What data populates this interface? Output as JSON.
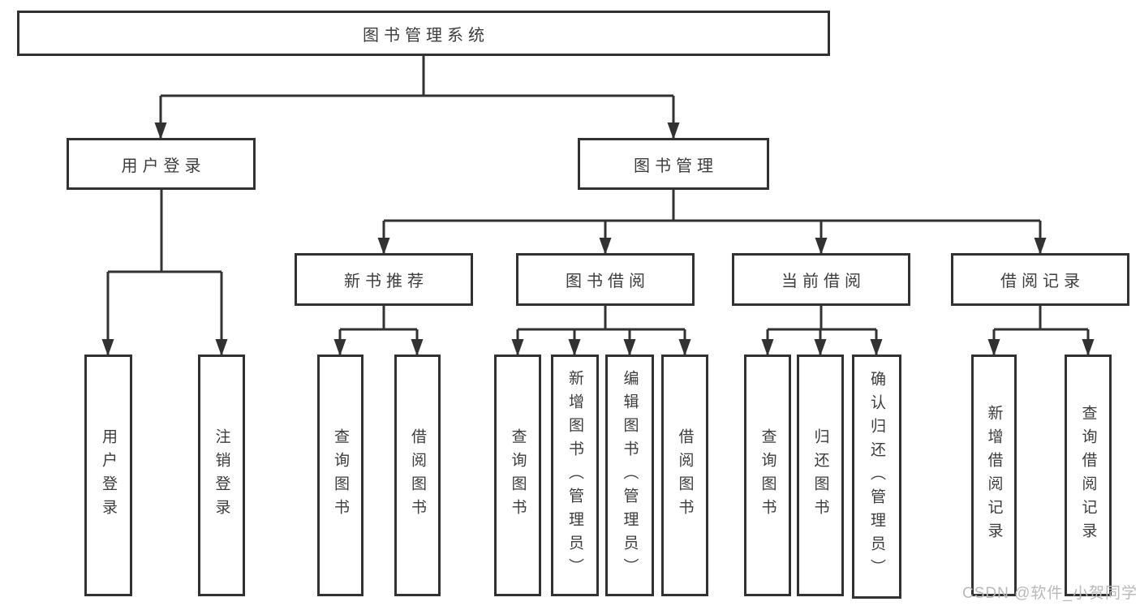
{
  "diagram": {
    "type": "hierarchy-tree",
    "title": "图书管理系统",
    "colors": {
      "line": "#323232",
      "border": "#323232",
      "text": "#3d3d3d",
      "background": "#ffffff",
      "watermark": "#b9b9b9"
    }
  },
  "tree": {
    "label": "图书管理系统",
    "children": [
      {
        "label": "用户登录",
        "children": [
          {
            "label": "用户登录"
          },
          {
            "label": "注销登录"
          }
        ]
      },
      {
        "label": "图书管理",
        "children": [
          {
            "label": "新书推荐",
            "children": [
              {
                "label": "查询图书"
              },
              {
                "label": "借阅图书"
              }
            ]
          },
          {
            "label": "图书借阅",
            "children": [
              {
                "label": "查询图书"
              },
              {
                "label": "新增图书（管理员）"
              },
              {
                "label": "编辑图书（管理员）"
              },
              {
                "label": "借阅图书"
              }
            ]
          },
          {
            "label": "当前借阅",
            "children": [
              {
                "label": "查询图书"
              },
              {
                "label": "归还图书"
              },
              {
                "label": "确认归还（管理员）"
              }
            ]
          },
          {
            "label": "借阅记录",
            "children": [
              {
                "label": "新增借阅记录"
              },
              {
                "label": "查询借阅记录"
              }
            ]
          }
        ]
      }
    ]
  },
  "watermark": {
    "text": "CSDN @软件_小贺同学"
  }
}
